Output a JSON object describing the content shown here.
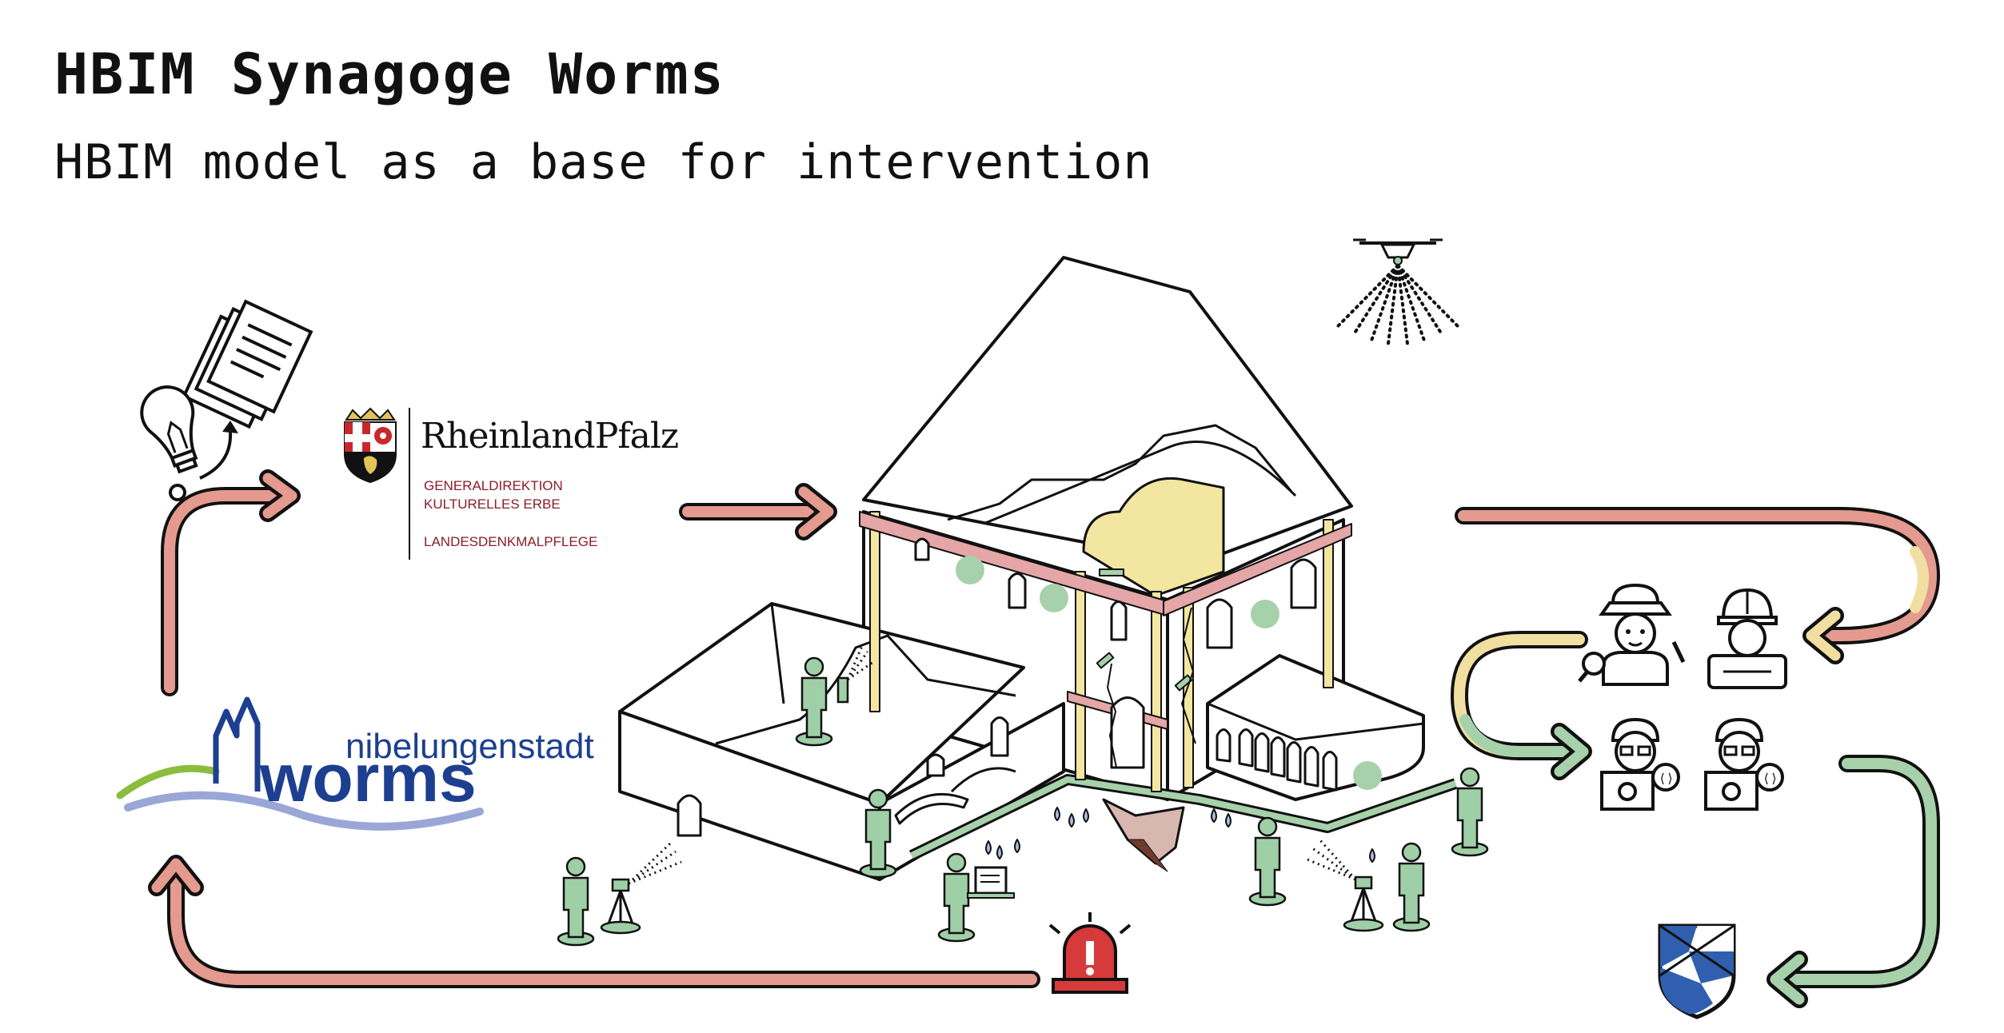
{
  "header": {
    "title": "HBIM Synagoge Worms",
    "subtitle": "HBIM model as a base for intervention"
  },
  "logos": {
    "rheinland_pfalz": {
      "name_part1": "Rheinland",
      "name_part2": "Pfalz",
      "line1": "GENERALDIREKTION",
      "line2": "KULTURELLES ERBE",
      "line3": "LANDESDENKMALPFLEGE",
      "color": "#8b1c2b"
    },
    "worms": {
      "small": "nibelungenstadt",
      "big": "worms",
      "color": "#1d3f8f"
    }
  },
  "icons": [
    "documents-icon",
    "lightbulb-icon",
    "drone-icon",
    "alarm-icon",
    "crest-icon",
    "surveyor-icon",
    "laser-scanner-icon",
    "tablet-icon",
    "inspector-icon",
    "engineer-icon",
    "developer-icon"
  ],
  "colors": {
    "arrow_red": "#e49a8e",
    "arrow_yellow": "#f0dfa0",
    "arrow_green": "#a7d1aa",
    "person_green": "#9fcfa6",
    "facade_yellow": "#f2e6a0",
    "beam_red": "#e4a6a6",
    "crest_blue": "#2f5fae"
  }
}
